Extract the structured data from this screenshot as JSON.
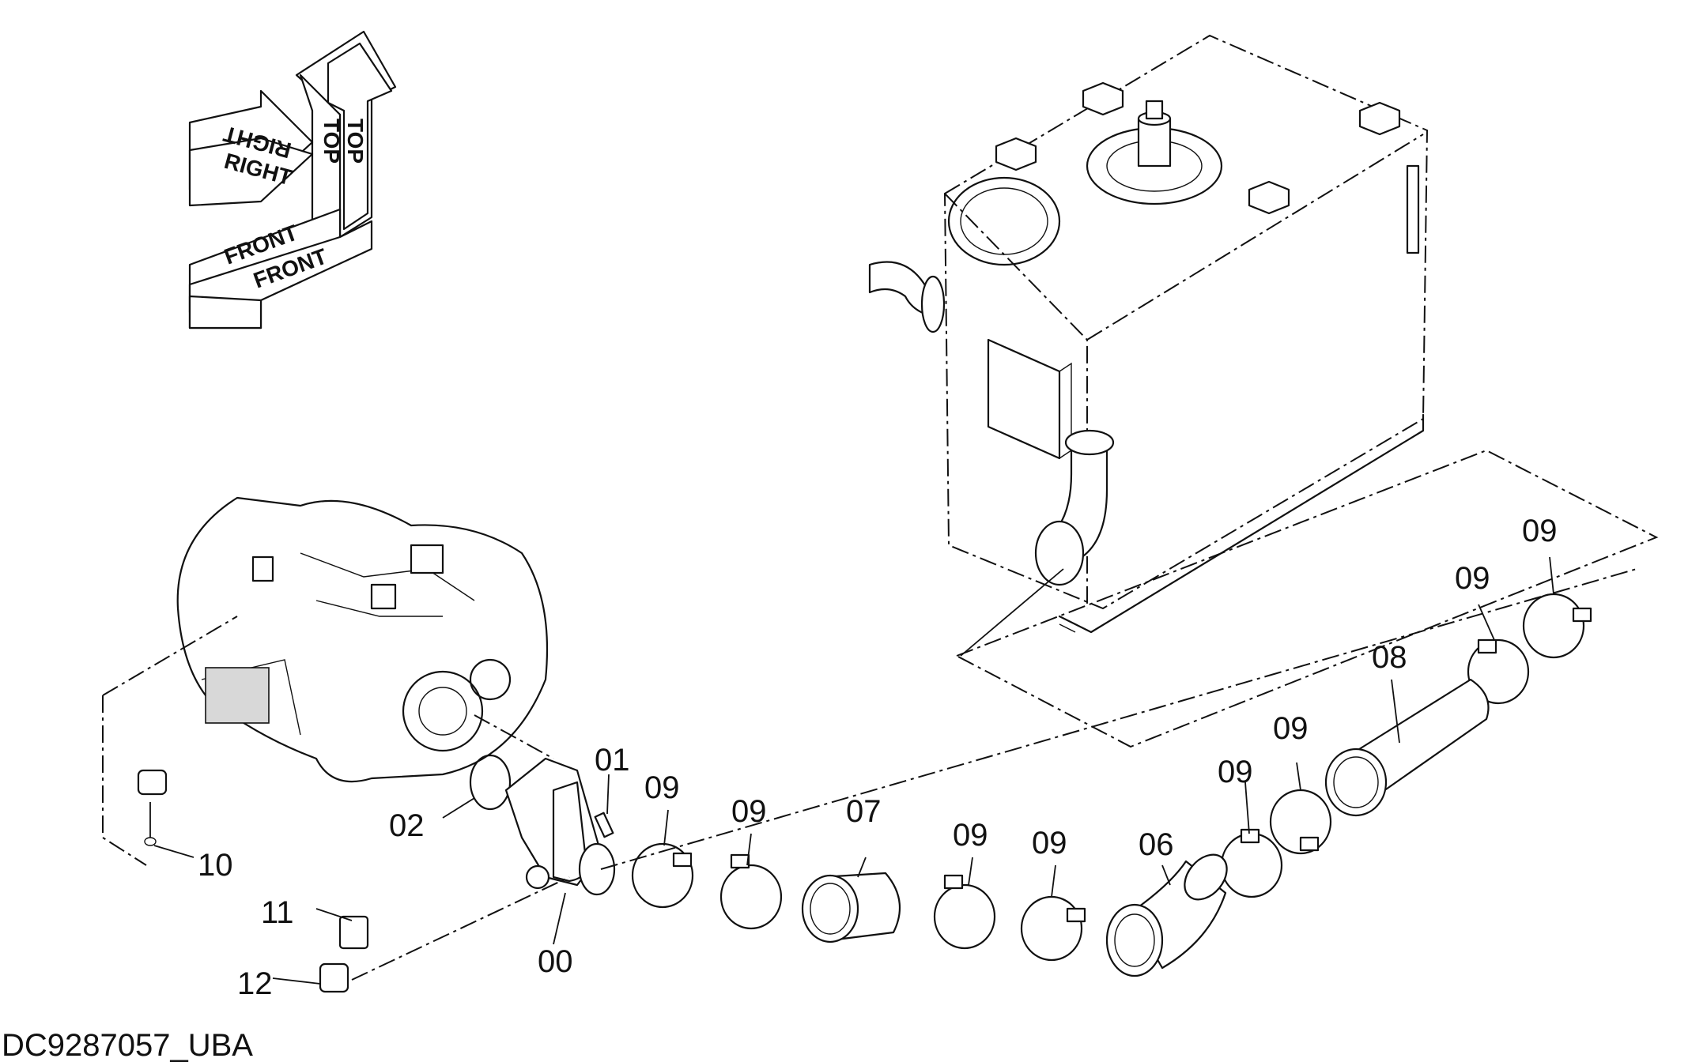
{
  "orientation": {
    "right_label": "RIGHT",
    "top_label": "TOP",
    "front_label": "FRONT"
  },
  "parts": [
    {
      "id": "p00",
      "label": "00"
    },
    {
      "id": "p01",
      "label": "01"
    },
    {
      "id": "p02",
      "label": "02"
    },
    {
      "id": "p06",
      "label": "06"
    },
    {
      "id": "p07",
      "label": "07"
    },
    {
      "id": "p08",
      "label": "08"
    },
    {
      "id": "p09a",
      "label": "09"
    },
    {
      "id": "p09b",
      "label": "09"
    },
    {
      "id": "p09c",
      "label": "09"
    },
    {
      "id": "p09d",
      "label": "09"
    },
    {
      "id": "p09e",
      "label": "09"
    },
    {
      "id": "p09f",
      "label": "09"
    },
    {
      "id": "p09g",
      "label": "09"
    },
    {
      "id": "p10",
      "label": "10"
    },
    {
      "id": "p11",
      "label": "11"
    },
    {
      "id": "p12",
      "label": "12"
    }
  ],
  "drawing_code": "DC9287057_UBA"
}
